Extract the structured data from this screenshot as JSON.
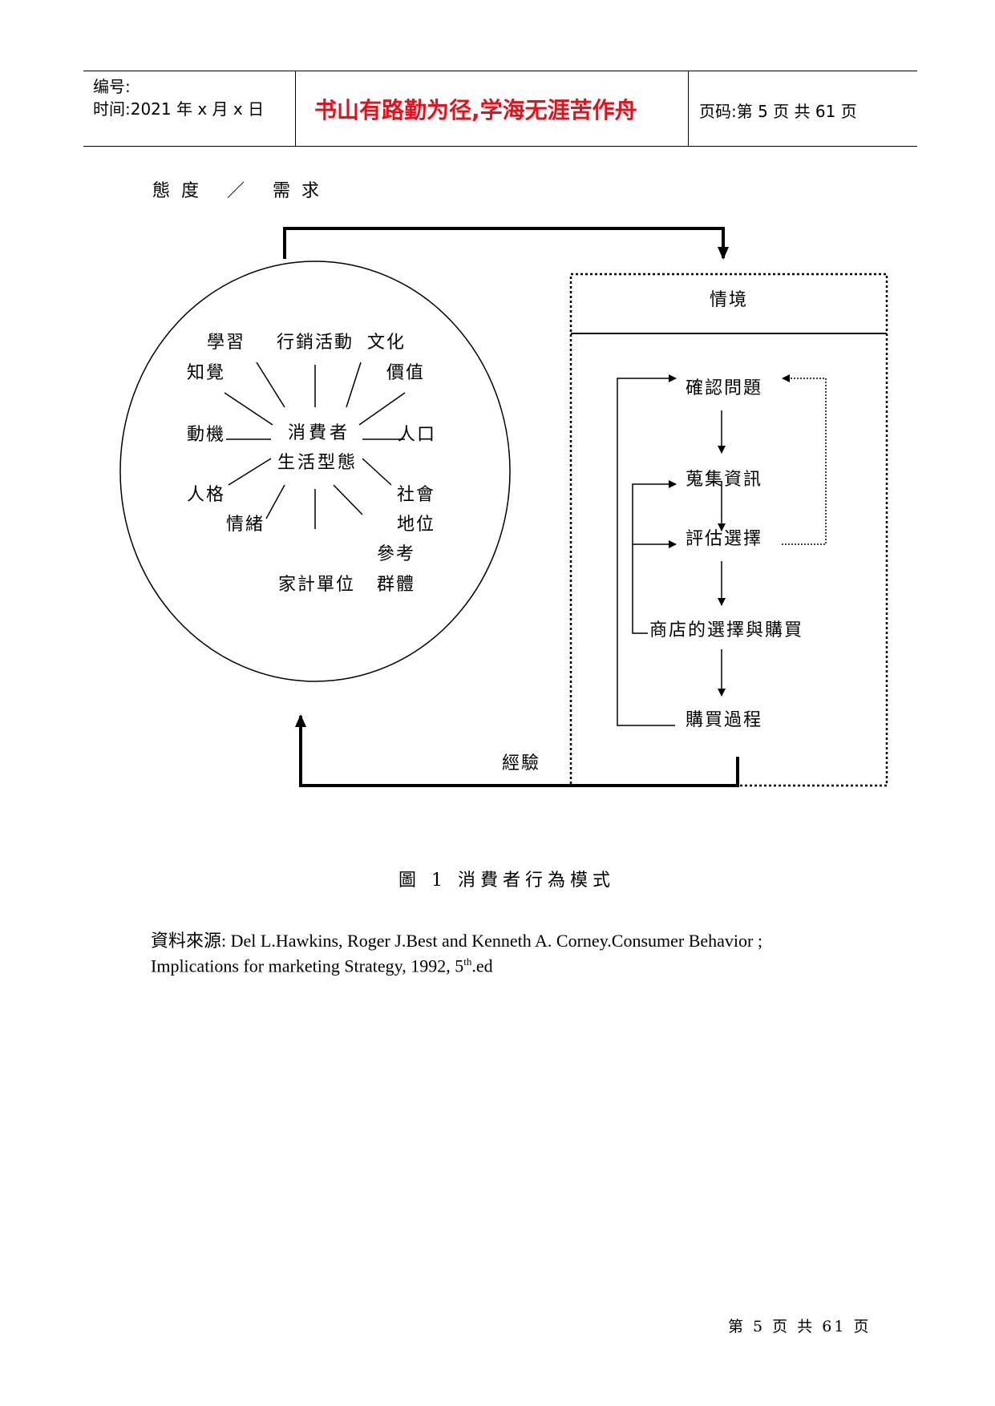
{
  "header": {
    "number_label": "编号:",
    "time_label": "时间:2021 年 x 月 x 日",
    "slogan": "书山有路勤为径,学海无涯苦作舟",
    "page_info": "页码:第 5 页 共 61 页"
  },
  "diagram": {
    "top_label": "態度 ／ 需求",
    "center_line1": "消費者",
    "center_line2": "生活型態",
    "circle_factors": {
      "learning": "學習",
      "marketing": "行銷活動",
      "culture": "文化",
      "perception": "知覺",
      "values": "價值",
      "motivation": "動機",
      "population": "人口",
      "personality": "人格",
      "social1": "社會",
      "social2": "地位",
      "emotion": "情緒",
      "ref1": "參考",
      "ref2": "群體",
      "household": "家計單位"
    },
    "situation": "情境",
    "steps": {
      "s1": "確認問題",
      "s2": "蒐集資訊",
      "s3": "評估選擇",
      "s4": "商店的選擇與購買",
      "s5": "購買過程"
    },
    "experience": "經驗",
    "caption": "圖 1 消費者行為模式"
  },
  "source": {
    "line1": "資料來源: Del L.Hawkins, Roger J.Best and Kenneth A. Corney.Consumer Behavior ;",
    "line2_prefix": "Implications for marketing Strategy, 1992, 5",
    "line2_sup": "th",
    "line2_suffix": ".ed"
  },
  "footer": {
    "page": "第 5 页 共 61 页"
  }
}
